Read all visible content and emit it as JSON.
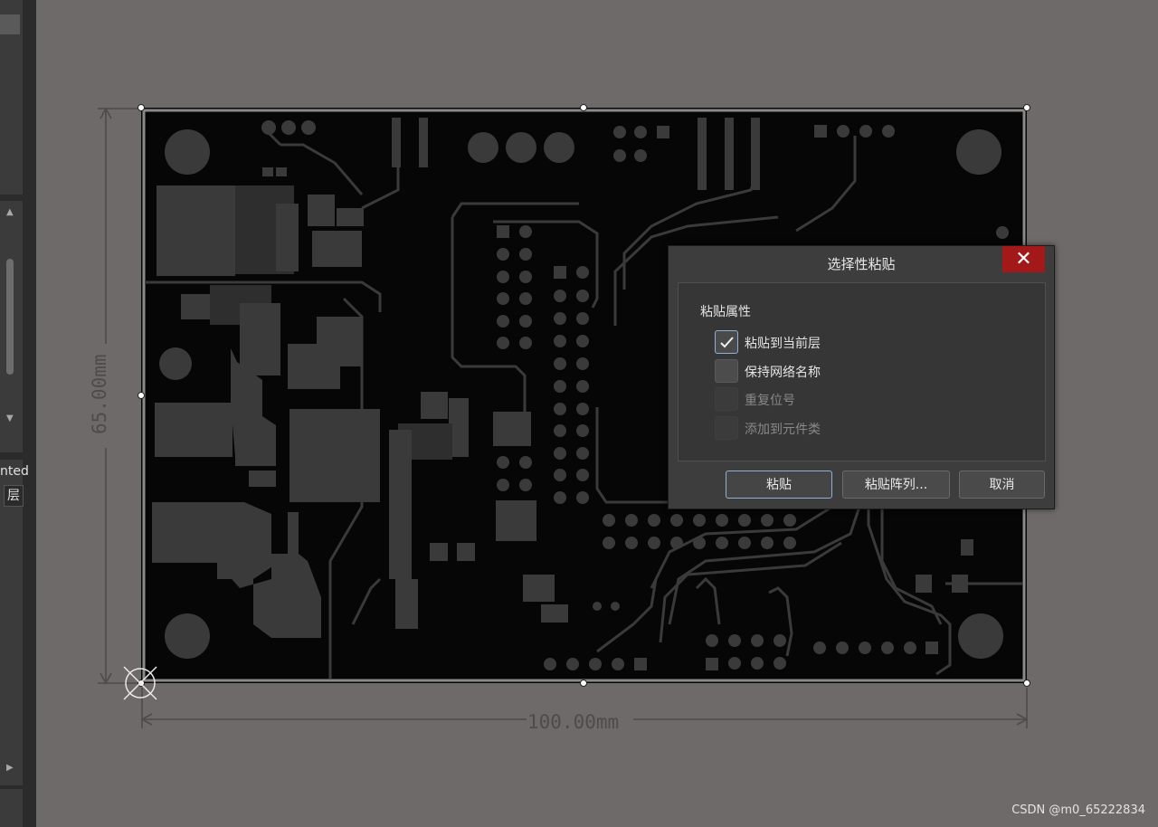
{
  "left_panel": {
    "partial_text_1": "nted",
    "partial_text_2": "层"
  },
  "dimensions": {
    "horizontal": "100.00mm",
    "vertical": "65.00mm"
  },
  "dialog": {
    "title": "选择性粘贴",
    "close_glyph": "✕",
    "group_title": "粘贴属性",
    "options": [
      {
        "label": "粘贴到当前层",
        "checked": true,
        "enabled": true
      },
      {
        "label": "保持网络名称",
        "checked": false,
        "enabled": true
      },
      {
        "label": "重复位号",
        "checked": false,
        "enabled": false
      },
      {
        "label": "添加到元件类",
        "checked": false,
        "enabled": false
      }
    ],
    "buttons": {
      "paste": "粘贴",
      "paste_array": "粘贴阵列...",
      "cancel": "取消"
    }
  },
  "watermark": "CSDN @m0_65222834",
  "colors": {
    "board": "#060606",
    "copper": "#3a3a3a",
    "background": "#6e6a69",
    "close_button": "#a3191a",
    "focus_border": "#8fb1d7"
  }
}
